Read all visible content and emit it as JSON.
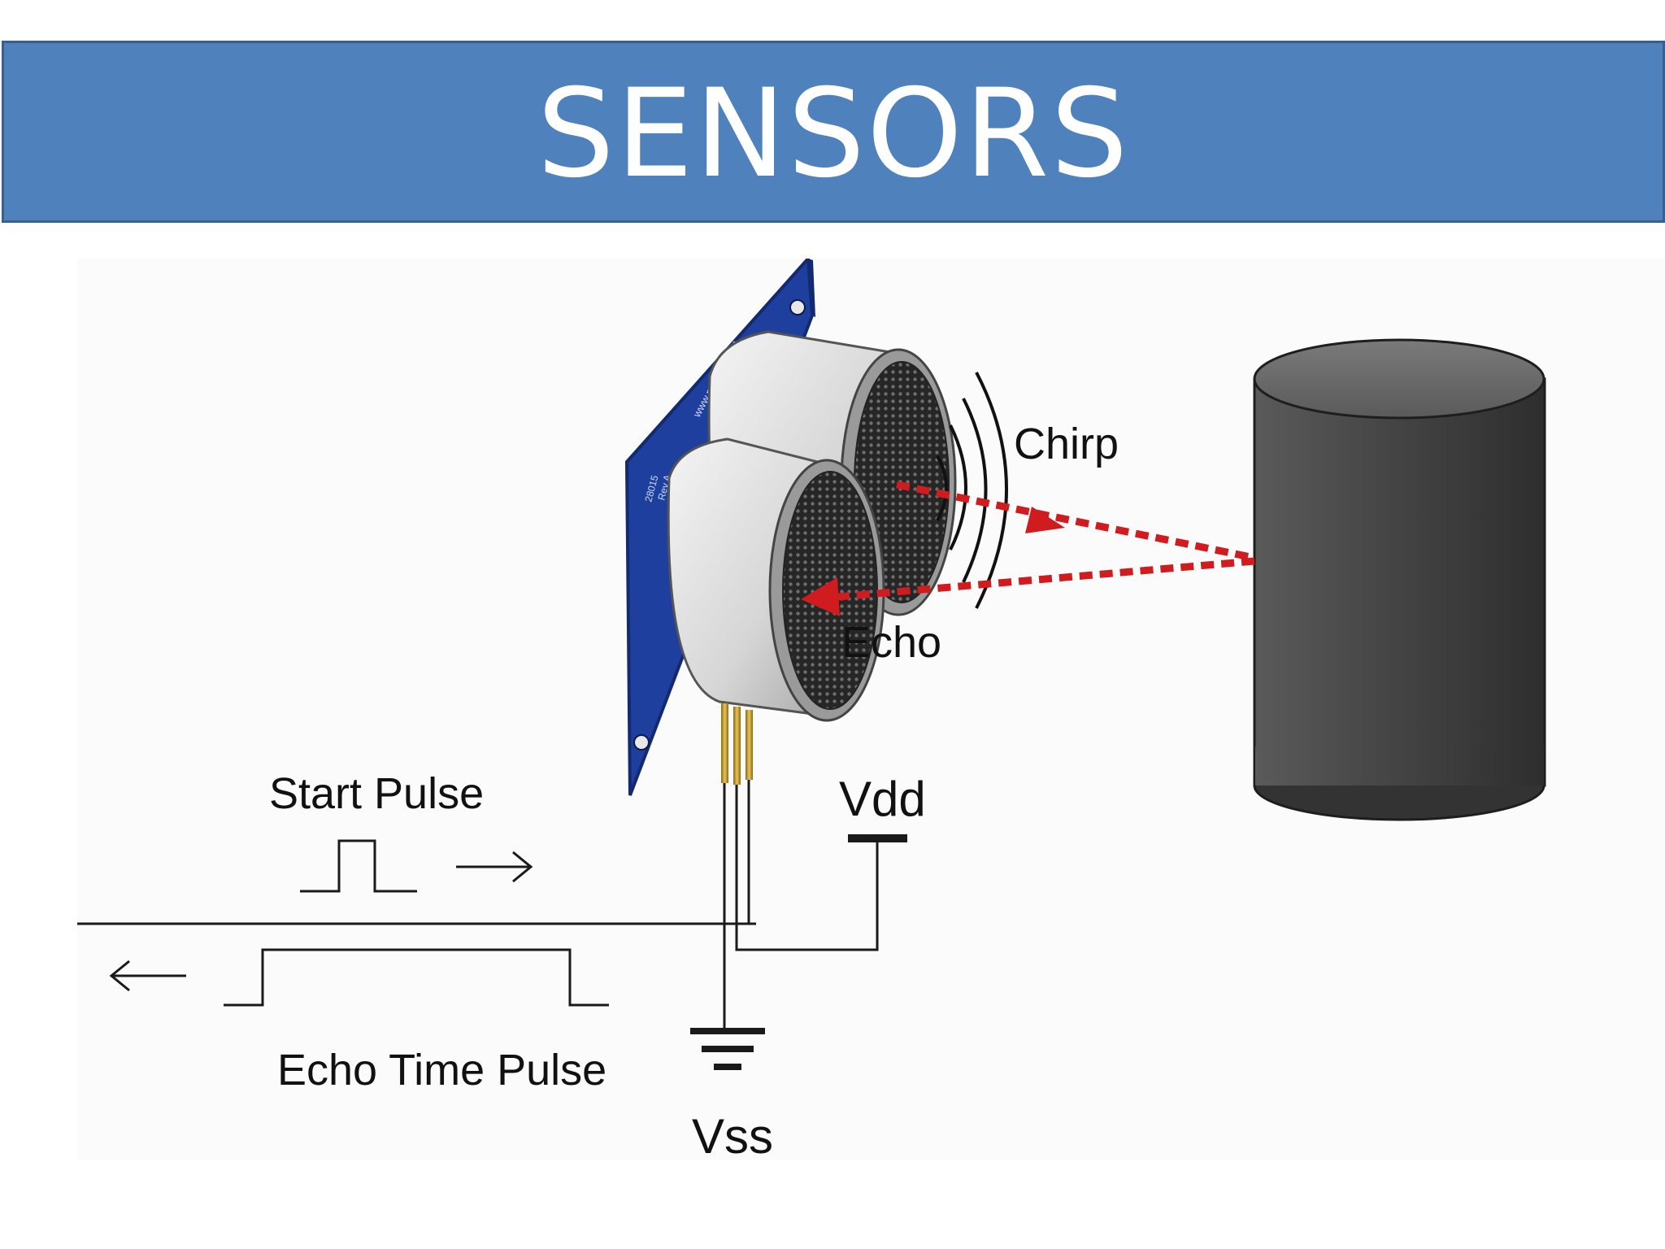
{
  "slide": {
    "title": "SENSORS"
  },
  "diagram": {
    "labels": {
      "chirp": "Chirp",
      "echo": "Echo",
      "start_pulse": "Start Pulse",
      "echo_time_pulse": "Echo Time Pulse",
      "vdd": "Vdd",
      "vss": "Vss"
    },
    "board_text": {
      "website": "www.parallax.com",
      "model": "28015",
      "rev": "Rev A"
    }
  },
  "colors": {
    "title_bar": "#4f81bd",
    "title_border": "#3a5f8e",
    "title_text": "#ffffff",
    "board": "#1f3f9e",
    "signal": "#d01c1f",
    "obstacle": "#4a4a4a",
    "wire": "#1a1a1a"
  }
}
